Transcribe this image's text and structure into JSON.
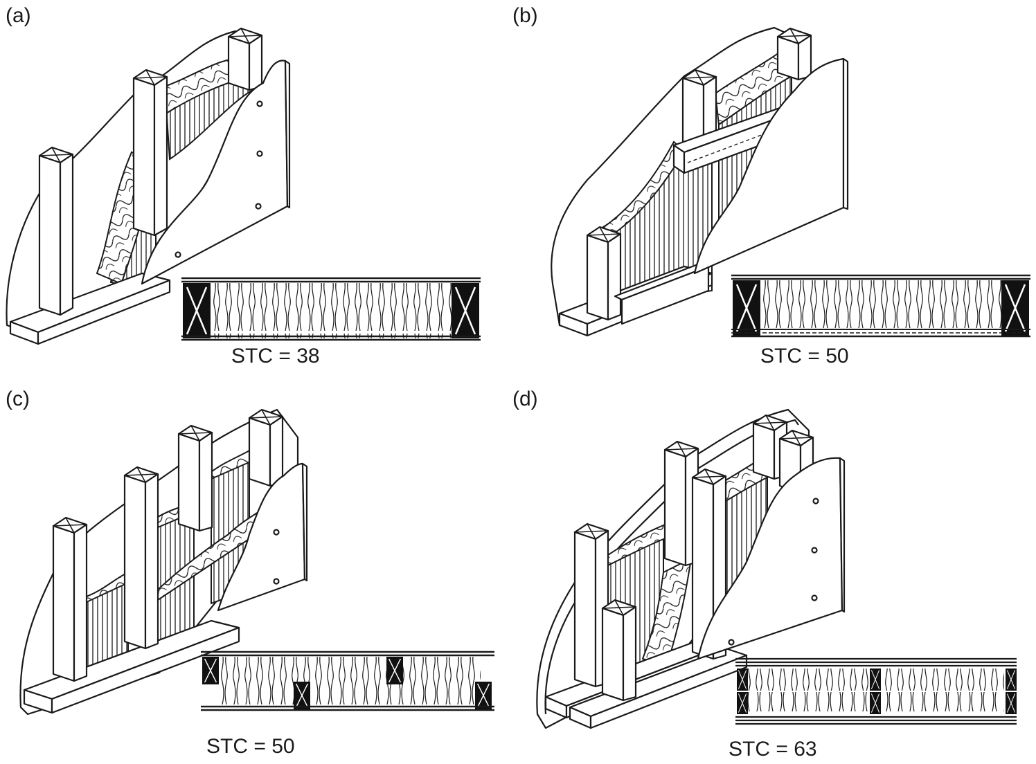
{
  "panels": [
    {
      "id": "a",
      "label": "(a)",
      "stc": "STC = 38"
    },
    {
      "id": "b",
      "label": "(b)",
      "stc": "STC = 50"
    },
    {
      "id": "c",
      "label": "(c)",
      "stc": "STC = 50"
    },
    {
      "id": "d",
      "label": "(d)",
      "stc": "STC = 63"
    }
  ]
}
